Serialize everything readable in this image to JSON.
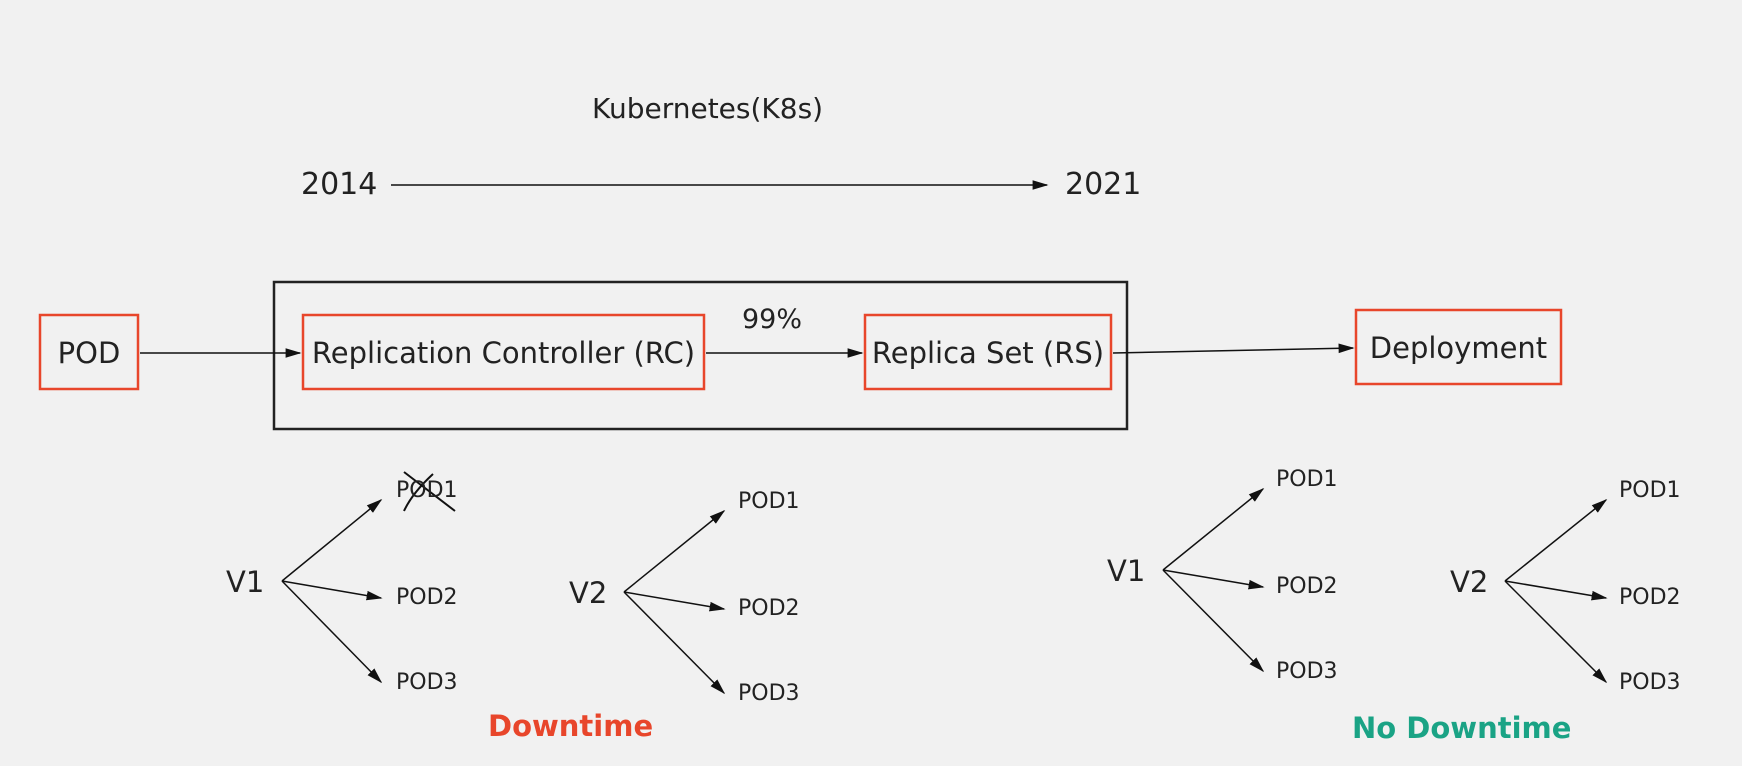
{
  "title": "Kubernetes(K8s)",
  "timeline": {
    "start": "2014",
    "end": "2021"
  },
  "boxes": {
    "pod": "POD",
    "rc": "Replication Controller (RC)",
    "rs": "Replica Set (RS)",
    "deployment": "Deployment"
  },
  "percent": "99%",
  "left_group": {
    "v1": {
      "version": "V1",
      "pods": [
        "POD1",
        "POD2",
        "POD3"
      ]
    },
    "v2": {
      "version": "V2",
      "pods": [
        "POD1",
        "POD2",
        "POD3"
      ]
    },
    "status": "Downtime"
  },
  "right_group": {
    "v1": {
      "version": "V1",
      "pods": [
        "POD1",
        "POD2",
        "POD3"
      ]
    },
    "v2": {
      "version": "V2",
      "pods": [
        "POD1",
        "POD2",
        "POD3"
      ]
    },
    "status": "No Downtime"
  },
  "colors": {
    "background": "#f1f1f1",
    "box_border": "#e8462b",
    "container_border": "#222222",
    "downtime": "#e8462b",
    "no_downtime": "#1aa385"
  }
}
